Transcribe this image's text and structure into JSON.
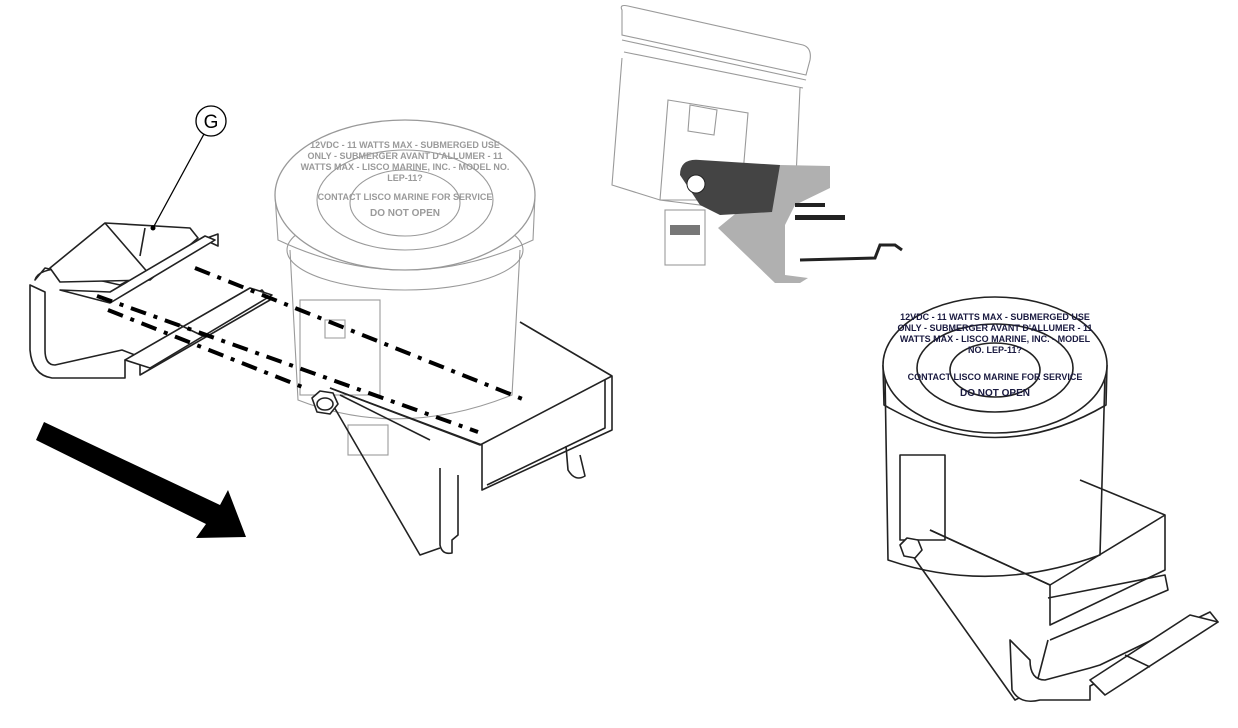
{
  "callout": {
    "label": "G"
  },
  "cap_text": {
    "outer_ring": "12VDC - 11 WATTS MAX - SUBMERGED USE ONLY - SUBMERGER AVANT D'ALLUMER - 11 WATTS MAX - LISCO MARINE, INC. - MODEL NO. LEP-11?",
    "inner_ring": "CONTACT LISCO MARINE FOR SERVICE",
    "warning": "DO NOT OPEN"
  },
  "colors": {
    "line": "#222222",
    "arrow": "#000000",
    "bracket_shade": "#444444",
    "clip_shade": "#b0b0b0",
    "cap_text_dark": "#1a1a40"
  }
}
